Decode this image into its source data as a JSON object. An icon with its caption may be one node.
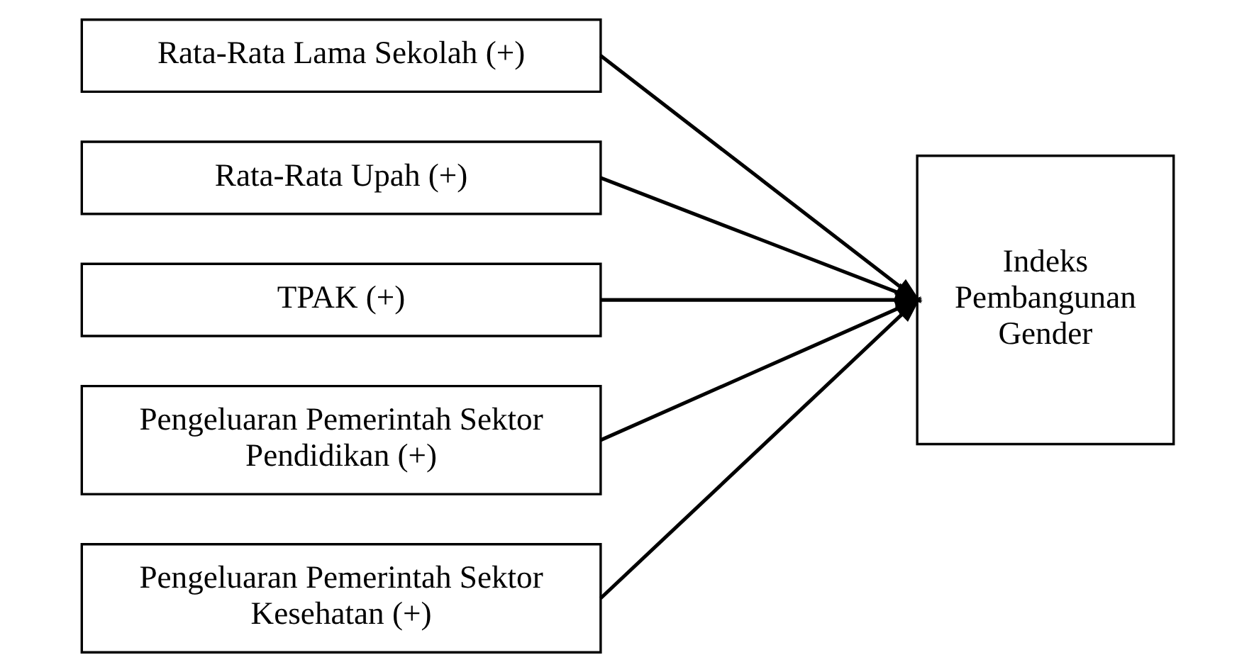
{
  "diagram": {
    "nodes": [
      {
        "text": [
          "Rata-Rata Lama Sekolah (+)"
        ]
      },
      {
        "text": [
          "Rata-Rata Upah (+)"
        ]
      },
      {
        "text": [
          "TPAK (+)"
        ]
      },
      {
        "text": [
          "Pengeluaran Pemerintah Sektor Pendidikan (+)"
        ]
      },
      {
        "text": [
          "Pengeluaran Pemerintah Sektor Kesehatan (+)"
        ]
      },
      {
        "text": [
          "Indeks Pembangunan Gender"
        ]
      }
    ],
    "edges": [
      {
        "from": 0,
        "to": 5,
        "arrow": "to"
      },
      {
        "from": 1,
        "to": 5,
        "arrow": "to"
      },
      {
        "from": 2,
        "to": 5,
        "arrow": "to"
      },
      {
        "from": 3,
        "to": 5,
        "arrow": "to"
      },
      {
        "from": 4,
        "to": 5,
        "arrow": "to"
      }
    ]
  }
}
